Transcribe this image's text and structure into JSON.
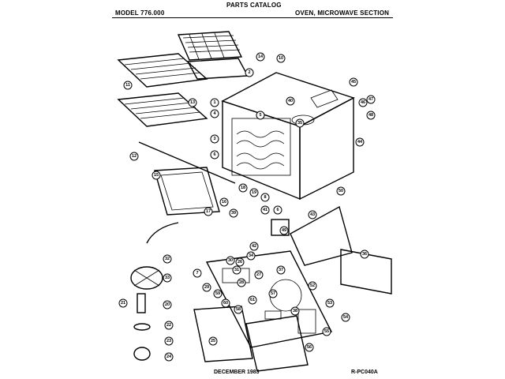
{
  "header": {
    "title": "PARTS CATALOG",
    "model": "MODEL 776.000",
    "section": "OVEN, MICROWAVE SECTION"
  },
  "footer": {
    "date": "DECEMBER 1983",
    "code": "R-PC040A"
  },
  "callouts": [
    "14",
    "2",
    "13",
    "11",
    "10",
    "1",
    "4",
    "3",
    "6",
    "5",
    "44",
    "45",
    "46",
    "47",
    "48",
    "40",
    "35",
    "12",
    "15",
    "16",
    "17",
    "18",
    "19",
    "8",
    "6",
    "50",
    "43",
    "49",
    "41",
    "39",
    "42",
    "7",
    "34",
    "31",
    "30",
    "32",
    "33",
    "20",
    "21",
    "22",
    "23",
    "24",
    "25",
    "26",
    "27",
    "28",
    "29",
    "36",
    "37",
    "38",
    "52",
    "53",
    "54",
    "55",
    "56",
    "57",
    "58",
    "59",
    "60",
    "61"
  ]
}
